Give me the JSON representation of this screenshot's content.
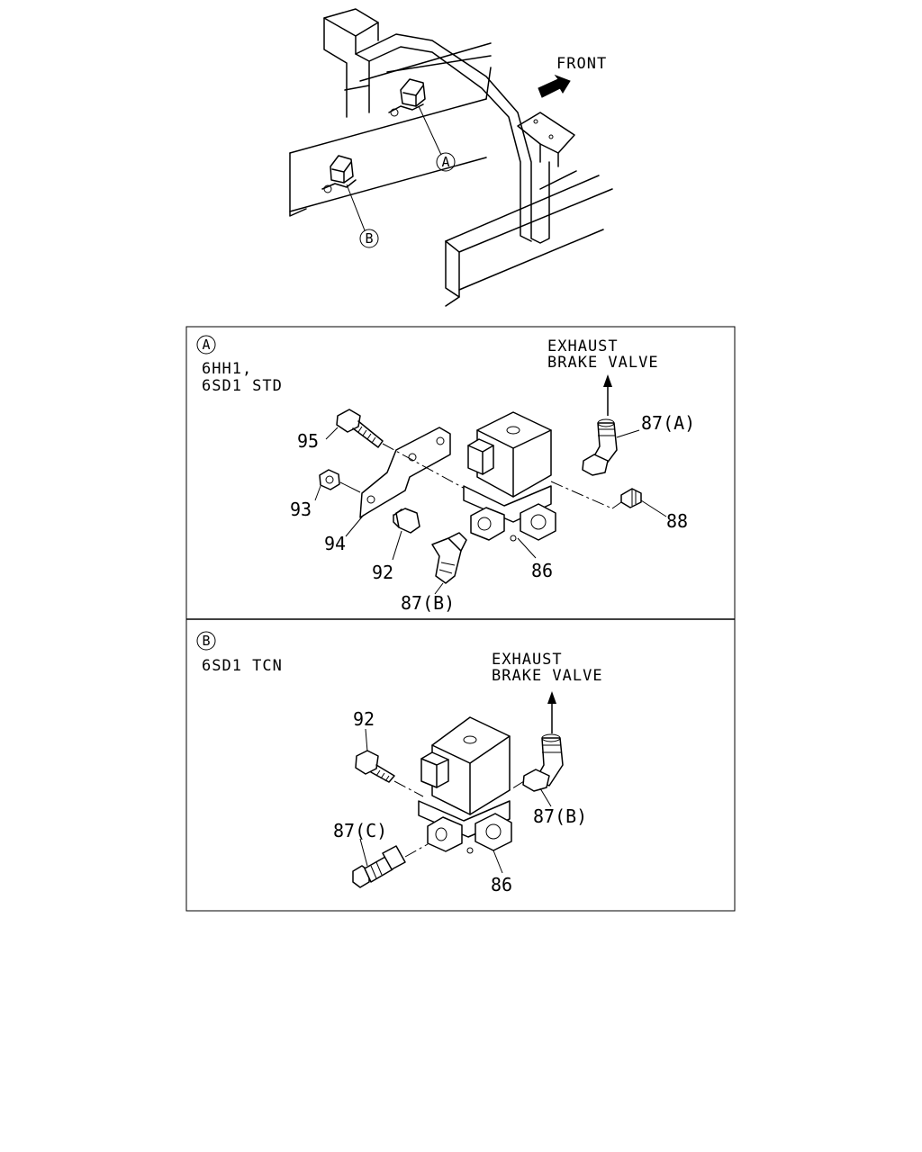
{
  "overview": {
    "front_label": "FRONT",
    "callout_a": "A",
    "callout_b": "B"
  },
  "panel_a": {
    "badge": "A",
    "title_line1": "6HH1,",
    "title_line2": "6SD1 STD",
    "dest_line1": "EXHAUST",
    "dest_line2": "BRAKE VALVE",
    "parts": {
      "p95": "95",
      "p93": "93",
      "p94": "94",
      "p92": "92",
      "p87a": "87(A)",
      "p88": "88",
      "p86": "86",
      "p87b": "87(B)"
    }
  },
  "panel_b": {
    "badge": "B",
    "title_line1": "6SD1 TCN",
    "dest_line1": "EXHAUST",
    "dest_line2": "BRAKE VALVE",
    "parts": {
      "p92": "92",
      "p87c": "87(C)",
      "p87b": "87(B)",
      "p86": "86"
    }
  }
}
